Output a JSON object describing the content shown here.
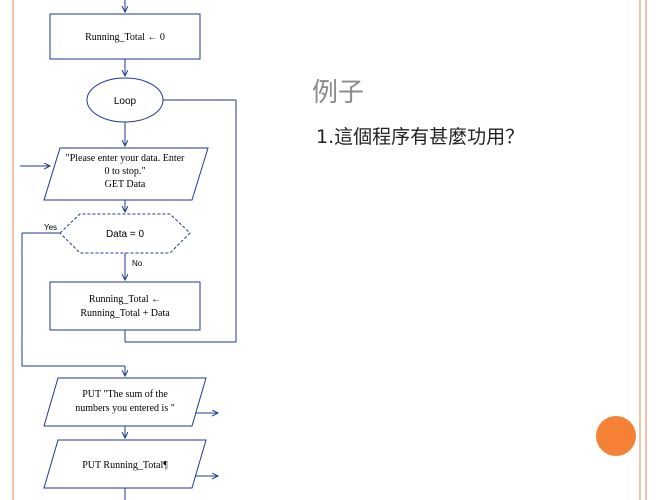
{
  "slide": {
    "title": "例子",
    "question": "1.這個程序有甚麼功用？"
  },
  "flowchart": {
    "init": "Running_Total ← 0",
    "loop": "Loop",
    "input_line1": "\"Please enter your data. Enter",
    "input_line2": "0 to stop.\"",
    "input_line3": "GET Data",
    "decision": "Data = 0",
    "yes": "Yes",
    "no": "No",
    "process_line1": "Running_Total ←",
    "process_line2": "Running_Total + Data",
    "output1_line1": "PUT \"The sum of the",
    "output1_line2": "numbers you entered is \"",
    "output2": "PUT Running_Total¶"
  },
  "colors": {
    "flowchart_stroke": "#1f3a93",
    "accent_circle": "#f58137",
    "border": "#f2c4b0"
  }
}
